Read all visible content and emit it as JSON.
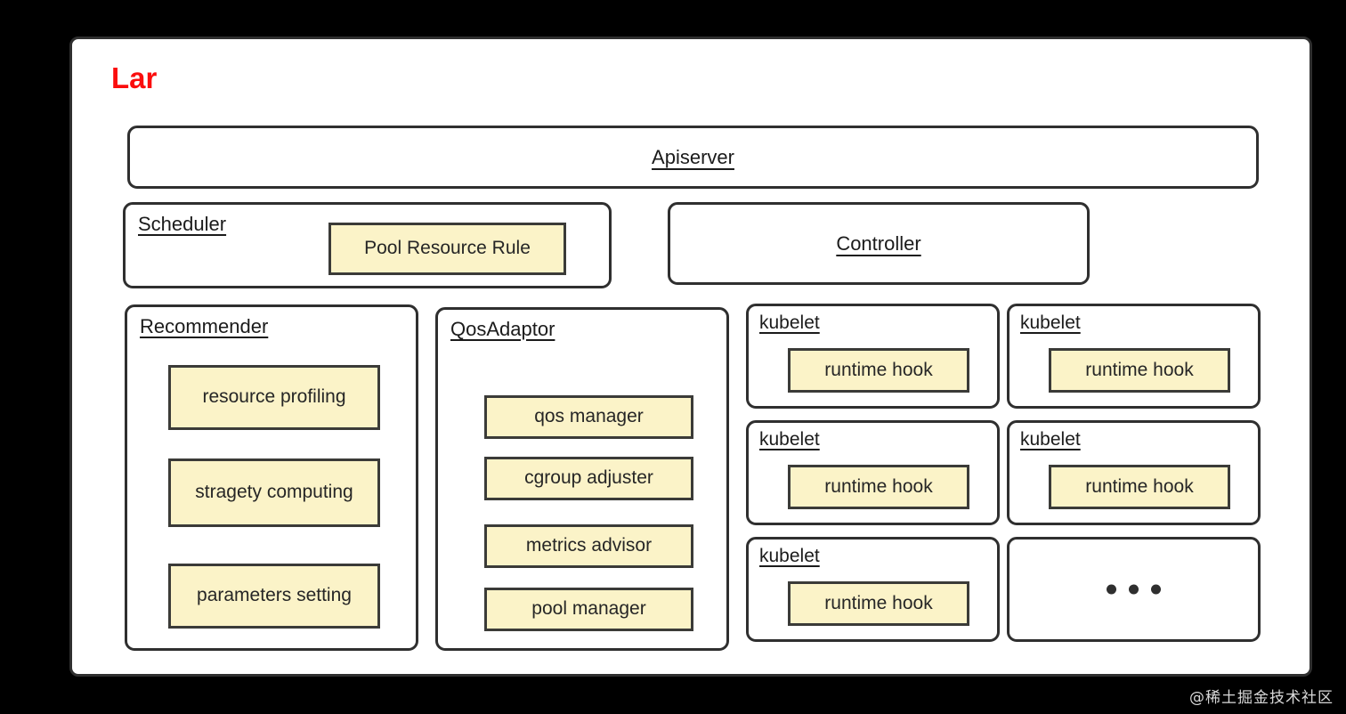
{
  "title": "Lar",
  "colors": {
    "title": "#fb0d0d",
    "node_fill": "#fbf3c8",
    "node_border": "#3b3b38",
    "container_border": "#2f2f2f",
    "canvas": "#000000",
    "panel": "#ffffff"
  },
  "apiserver": {
    "label": "Apiserver"
  },
  "scheduler": {
    "label": "Scheduler",
    "node": "Pool Resource Rule"
  },
  "controller": {
    "label": "Controller"
  },
  "recommender": {
    "label": "Recommender",
    "items": [
      "resource profiling",
      "stragety computing",
      "parameters setting"
    ]
  },
  "qosadaptor": {
    "label": "QosAdaptor",
    "items": [
      "qos manager",
      "cgroup adjuster",
      "metrics advisor",
      "pool manager"
    ]
  },
  "kubelets": [
    {
      "label": "kubelet",
      "node": "runtime hook"
    },
    {
      "label": "kubelet",
      "node": "runtime hook"
    },
    {
      "label": "kubelet",
      "node": "runtime hook"
    },
    {
      "label": "kubelet",
      "node": "runtime hook"
    },
    {
      "label": "kubelet",
      "node": "runtime hook"
    }
  ],
  "ellipsis": {
    "label": "...",
    "dot_count": 3
  },
  "watermark": "@稀土掘金技术社区"
}
